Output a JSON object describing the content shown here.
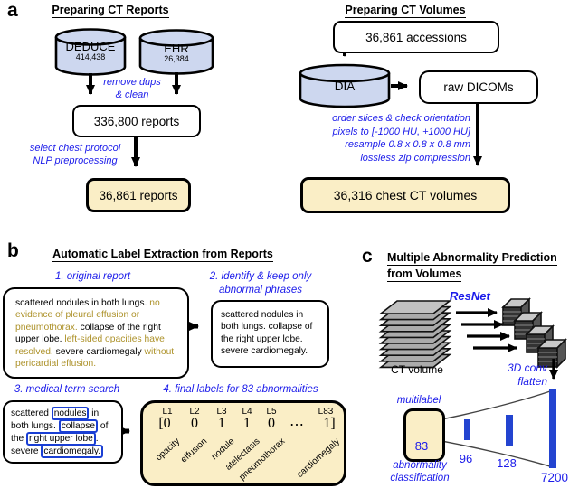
{
  "figure": {
    "panel_a_label": "a",
    "panel_b_label": "b",
    "panel_c_label": "c"
  },
  "panel_a_left": {
    "title": "Preparing CT Reports",
    "deduce_name": "DEDUCE",
    "deduce_count": "414,438",
    "ehr_name": "EHR",
    "ehr_count": "26,384",
    "note_dedup_line1": "remove dups",
    "note_dedup_line2": "& clean",
    "reports_box": "336,800  reports",
    "note_nlp_line1": "select chest protocol",
    "note_nlp_line2": "NLP preprocessing",
    "final_box": "36,861 reports"
  },
  "panel_a_right": {
    "title": "Preparing CT Volumes",
    "accessions_box": "36,861 accessions",
    "dia_name": "DIA",
    "dicoms_box": "raw DICOMs",
    "note_line1": "order slices & check orientation",
    "note_line2": "pixels to [-1000 HU, +1000 HU]",
    "note_line3": "resample 0.8 x 0.8 x 0.8 mm",
    "note_line4": "lossless zip compression",
    "final_box": "36,316 chest CT volumes"
  },
  "panel_b": {
    "title": "Automatic Label Extraction from Reports",
    "step1_label": "1. original report",
    "step2_label_line1": "2. identify & keep only",
    "step2_label_line2": "abnormal phrases",
    "step3_label": "3. medical term search",
    "step4_label": "4. final labels for 83 abnormalities",
    "report_segments": [
      {
        "text": "scattered nodules in both lungs. ",
        "tone": "normal"
      },
      {
        "text": "no evidence of pleural effusion or pneumothorax. ",
        "tone": "negated"
      },
      {
        "text": "collapse of the right upper lobe. ",
        "tone": "normal"
      },
      {
        "text": "left-sided opacities have resolved. ",
        "tone": "negated"
      },
      {
        "text": "severe cardiomegaly ",
        "tone": "normal"
      },
      {
        "text": "without pericardial effusion.",
        "tone": "negated"
      }
    ],
    "abnormal_phrases": "scattered nodules  in both lungs. collapse of the right upper lobe. severe cardiomegaly.",
    "term_search_segments": [
      {
        "text": "scattered ",
        "term": false
      },
      {
        "text": "nodules",
        "term": true
      },
      {
        "text": " in both lungs. ",
        "term": false
      },
      {
        "text": "collapse",
        "term": true
      },
      {
        "text": " of the ",
        "term": false
      },
      {
        "text": "right upper lobe",
        "term": true
      },
      {
        "text": ". severe ",
        "term": false
      },
      {
        "text": "cardiomegaly.",
        "term": true
      }
    ],
    "label_headers": [
      "L1",
      "L2",
      "L3",
      "L4",
      "L5",
      "L83"
    ],
    "label_values": [
      "[0",
      "0",
      "1",
      "1",
      "0",
      "⋯",
      "1]"
    ],
    "label_names": [
      "opacity",
      "effusion",
      "nodule",
      "atelectasis",
      "pneumothorax",
      "cardiomegaly"
    ]
  },
  "panel_c": {
    "title_line1": "Multiple Abnormality Prediction",
    "title_line2": "from Volumes",
    "ct_volume_label": "CT volume",
    "resnet_label": "ResNet",
    "conv_label": "3D conv",
    "flatten_label": "flatten",
    "multilabel_label": "multilabel",
    "classifier_line1": "abnormality",
    "classifier_line2": "classification",
    "layer_83": "83",
    "layer_96": "96",
    "layer_128": "128",
    "layer_7200": "7200"
  },
  "colors": {
    "annotation_blue": "#1b1bea",
    "negated_gold": "#ad922a",
    "cylinder_fill": "#cdd7ef",
    "highlight_tan": "#faeec6",
    "bar_blue": "#2344d0"
  }
}
